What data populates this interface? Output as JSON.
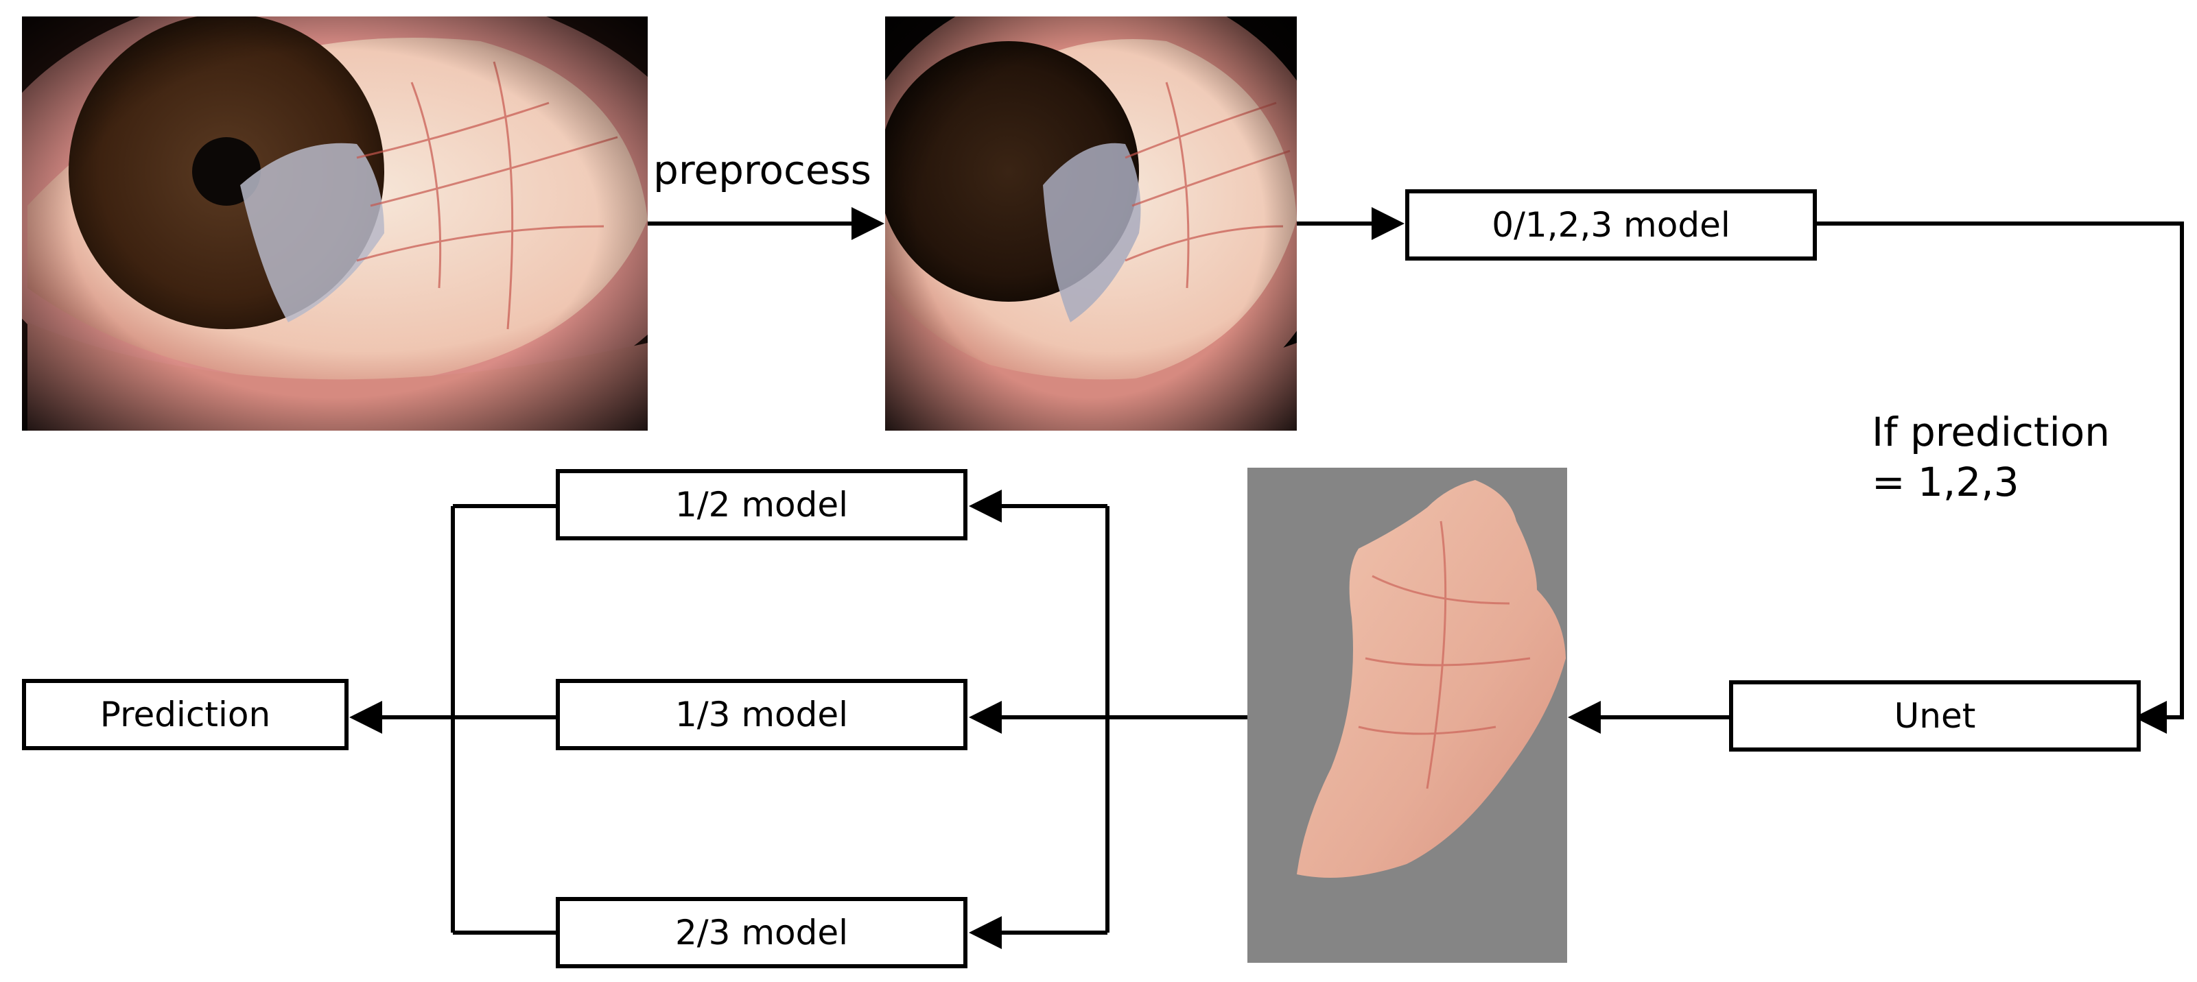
{
  "diagram": {
    "steps": {
      "preprocess_label": "preprocess",
      "model_0_123": "0/1,2,3 model",
      "condition_line1": "If prediction",
      "condition_line2": "= 1,2,3",
      "unet": "Unet",
      "model_1_2": "1/2 model",
      "model_1_3": "1/3 model",
      "model_2_3": "2/3 model",
      "prediction": "Prediction"
    },
    "images": {
      "input_eye": "original eye photograph",
      "preprocessed_eye": "preprocessed eye photograph",
      "segmented": "segmented pterygium region on gray background"
    },
    "colors": {
      "line": "#000000",
      "box_fill": "#ffffff",
      "segment_bg": "#858585",
      "sclera": "#f3d4c4",
      "iris": "#4a2a15",
      "lid": "#d98c86"
    }
  }
}
